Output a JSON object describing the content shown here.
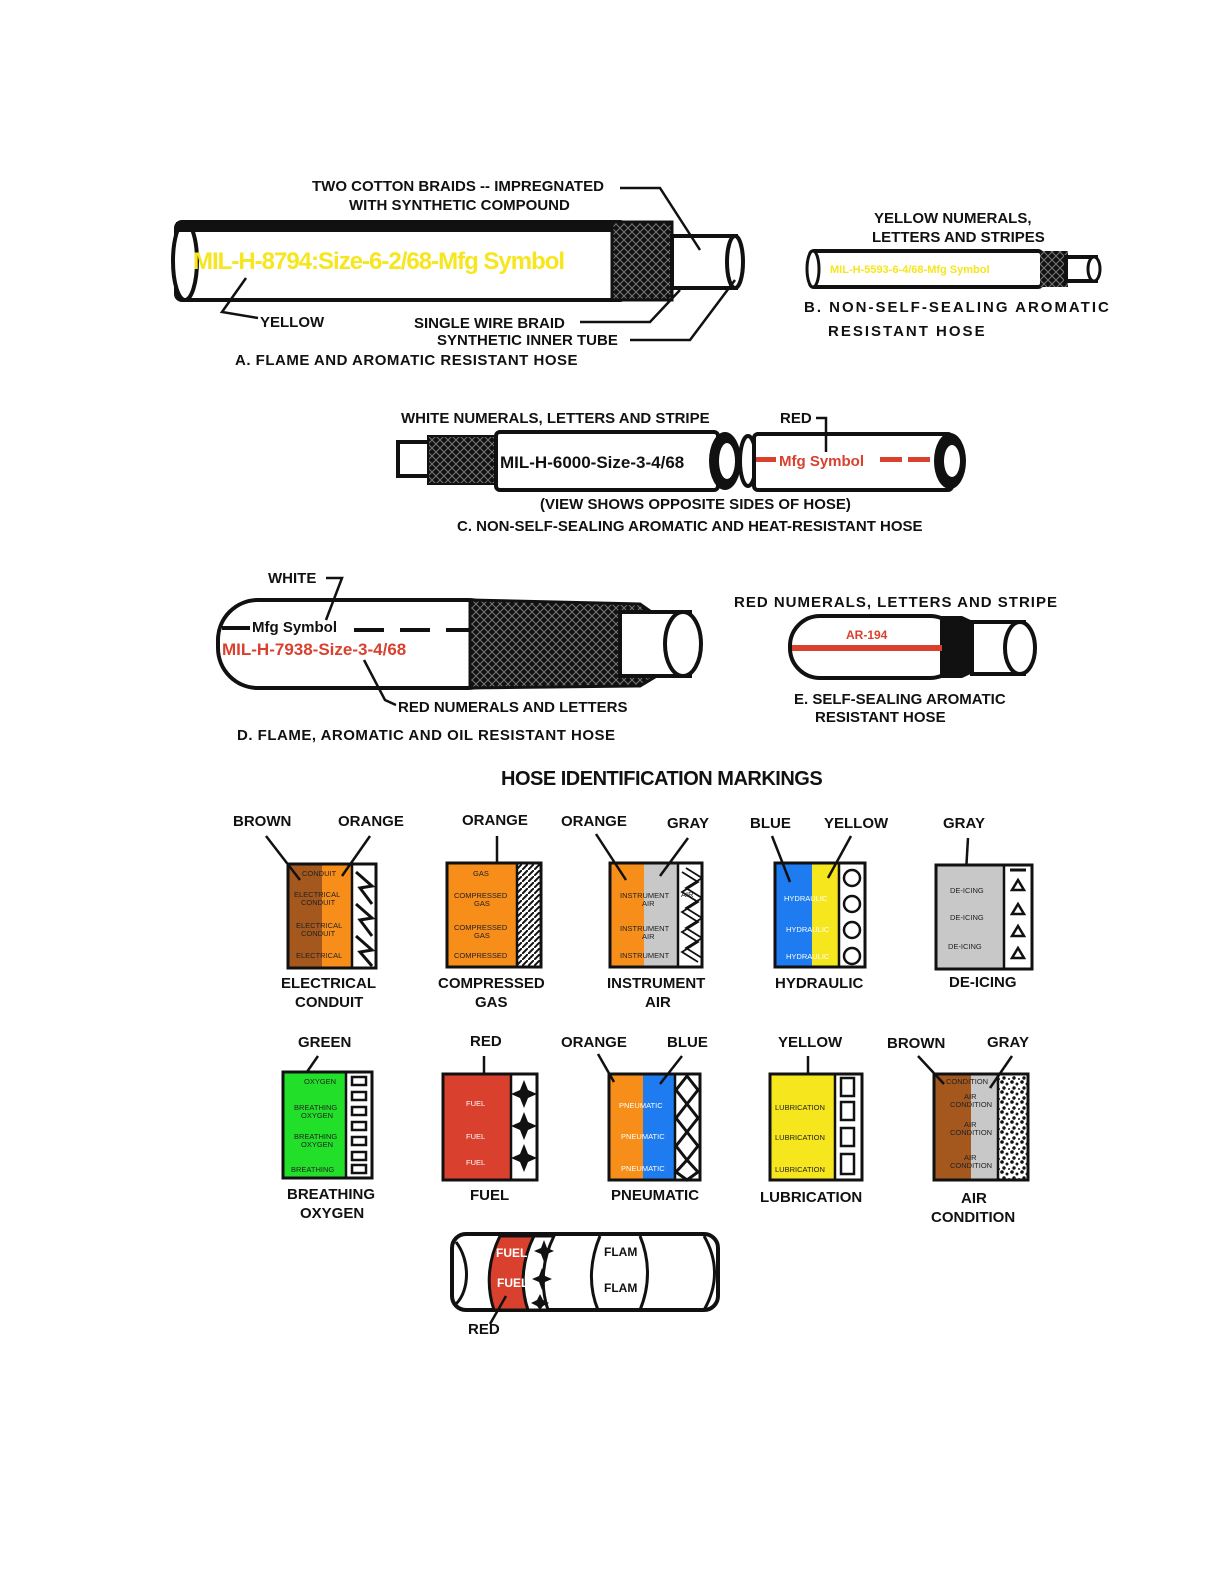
{
  "colors": {
    "yellow": "#f5e61e",
    "red": "#d9402e",
    "brown": "#a5581e",
    "orange": "#f78e1a",
    "gray": "#c8c8c8",
    "blue": "#1e7cf0",
    "green": "#22e02a",
    "black": "#111111"
  },
  "hose_a": {
    "braids_label_1": "TWO COTTON BRAIDS -- IMPREGNATED",
    "braids_label_2": "WITH SYNTHETIC COMPOUND",
    "marking": "MIL-H-8794:Size-6-2/68-Mfg Symbol",
    "yellow_label": "YELLOW",
    "wire_label": "SINGLE WIRE BRAID",
    "tube_label": "SYNTHETIC INNER TUBE",
    "caption": "A. FLAME AND AROMATIC RESISTANT HOSE"
  },
  "hose_b": {
    "label_1": "YELLOW NUMERALS,",
    "label_2": "LETTERS AND STRIPES",
    "marking": "MIL-H-5593-6-4/68-Mfg Symbol",
    "caption_1": "B. NON-SELF-SEALING AROMATIC",
    "caption_2": "RESISTANT HOSE"
  },
  "hose_c": {
    "white_label": "WHITE NUMERALS, LETTERS AND STRIPE",
    "red_label": "RED",
    "marking_1": "MIL-H-6000-Size-3-4/68",
    "marking_2": "Mfg Symbol",
    "note": "(VIEW SHOWS OPPOSITE SIDES OF HOSE)",
    "caption": "C. NON-SELF-SEALING AROMATIC AND HEAT-RESISTANT HOSE"
  },
  "hose_d": {
    "white_label": "WHITE",
    "marking_1": "Mfg Symbol",
    "marking_2": "MIL-H-7938-Size-3-4/68",
    "red_label": "RED NUMERALS AND LETTERS",
    "caption": "D. FLAME, AROMATIC AND OIL RESISTANT HOSE"
  },
  "hose_e": {
    "label": "RED NUMERALS, LETTERS AND STRIPE",
    "marking": "AR-194",
    "caption_1": "E. SELF-SEALING AROMATIC",
    "caption_2": "RESISTANT HOSE"
  },
  "markings_title": "HOSE IDENTIFICATION MARKINGS",
  "markings": {
    "electrical": {
      "left": "BROWN",
      "right": "ORANGE",
      "t1": "CONDUIT",
      "t2": "ELECTRICAL",
      "t3": "CONDUIT",
      "t4": "ELECTRICAL",
      "t5": "CONDUIT",
      "t6": "ELECTRICAL",
      "n1": "ELECTRICAL",
      "n2": "CONDUIT"
    },
    "gas": {
      "top": "ORANGE",
      "t1": "GAS",
      "t2": "COMPRESSED",
      "t3": "GAS",
      "t4": "COMPRESSED",
      "t5": "GAS",
      "t6": "COMPRESSED",
      "n1": "COMPRESSED",
      "n2": "GAS"
    },
    "instrument": {
      "left": "ORANGE",
      "right": "GRAY",
      "t1": "INSTRUMENT",
      "t2": "AIR",
      "t3": "INSTRUMENT",
      "t4": "AIR",
      "t5": "INSTRUMENT",
      "t6": "AIR",
      "n1": "INSTRUMENT",
      "n2": "AIR"
    },
    "hydraulic": {
      "left": "BLUE",
      "right": "YELLOW",
      "t1": "HYDRAULIC",
      "t2": "HYDRAULIC",
      "t3": "HYDRAULIC",
      "n1": "HYDRAULIC"
    },
    "deicing": {
      "top": "GRAY",
      "t1": "DE-ICING",
      "t2": "DE-ICING",
      "t3": "DE-ICING",
      "n1": "DE-ICING"
    },
    "oxygen": {
      "top": "GREEN",
      "t1": "OXYGEN",
      "t2": "BREATHING",
      "t3": "OXYGEN",
      "t4": "BREATHING",
      "t5": "OXYGEN",
      "t6": "BREATHING",
      "n1": "BREATHING",
      "n2": "OXYGEN"
    },
    "fuel": {
      "top": "RED",
      "t1": "FUEL",
      "t2": "FUEL",
      "t3": "FUEL",
      "n1": "FUEL"
    },
    "pneumatic": {
      "left": "ORANGE",
      "right": "BLUE",
      "t1": "PNEUMATIC",
      "t2": "PNEUMATIC",
      "t3": "PNEUMATIC",
      "n1": "PNEUMATIC"
    },
    "lubrication": {
      "top": "YELLOW",
      "t1": "LUBRICATION",
      "t2": "LUBRICATION",
      "t3": "LUBRICATION",
      "n1": "LUBRICATION"
    },
    "aircond": {
      "left": "BROWN",
      "right": "GRAY",
      "t1": "CONDITION",
      "t2": "AIR",
      "t3": "CONDITION",
      "t4": "AIR",
      "t5": "CONDITION",
      "t6": "AIR",
      "t7": "CONDITION",
      "n1": "AIR",
      "n2": "CONDITION"
    }
  },
  "bottom_hose": {
    "t1": "FUEL",
    "t2": "FUEL",
    "t3": "FLAM",
    "t4": "FLAM",
    "label": "RED"
  }
}
